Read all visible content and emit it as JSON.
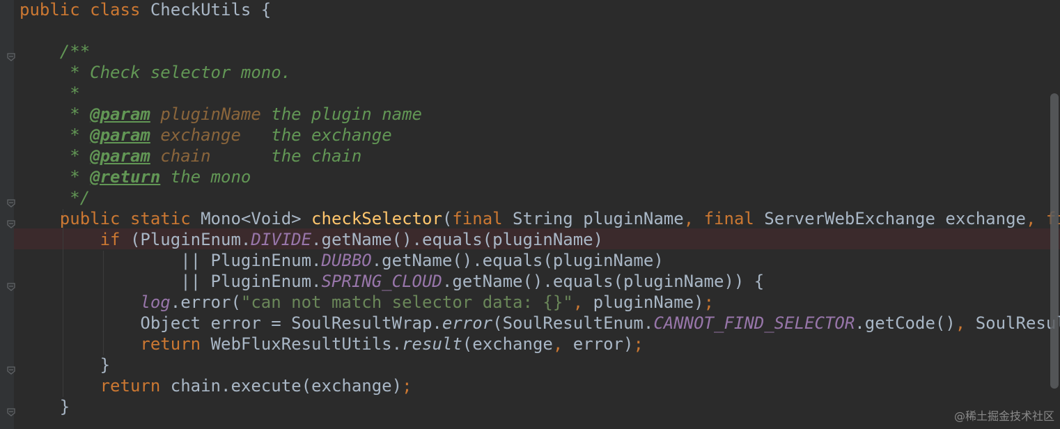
{
  "editor": {
    "lines": [
      [
        {
          "t": "public class ",
          "c": "kw"
        },
        {
          "t": "CheckUtils {",
          "c": "cls"
        }
      ],
      [],
      [
        {
          "t": "    /**",
          "c": "doc"
        }
      ],
      [
        {
          "t": "     * Check selector mono.",
          "c": "doc"
        }
      ],
      [
        {
          "t": "     *",
          "c": "doc"
        }
      ],
      [
        {
          "t": "     * ",
          "c": "doc"
        },
        {
          "t": "@param",
          "c": "tag"
        },
        {
          "t": " ",
          "c": "doc"
        },
        {
          "t": "pluginName",
          "c": "pname"
        },
        {
          "t": " the plugin name",
          "c": "doc"
        }
      ],
      [
        {
          "t": "     * ",
          "c": "doc"
        },
        {
          "t": "@param",
          "c": "tag"
        },
        {
          "t": " ",
          "c": "doc"
        },
        {
          "t": "exchange",
          "c": "pname"
        },
        {
          "t": "   the exchange",
          "c": "doc"
        }
      ],
      [
        {
          "t": "     * ",
          "c": "doc"
        },
        {
          "t": "@param",
          "c": "tag"
        },
        {
          "t": " ",
          "c": "doc"
        },
        {
          "t": "chain",
          "c": "pname"
        },
        {
          "t": "      the chain",
          "c": "doc"
        }
      ],
      [
        {
          "t": "     * ",
          "c": "doc"
        },
        {
          "t": "@return",
          "c": "tag"
        },
        {
          "t": " the mono",
          "c": "doc"
        }
      ],
      [
        {
          "t": "     */",
          "c": "doc"
        }
      ],
      [
        {
          "t": "    public static ",
          "c": "kw"
        },
        {
          "t": "Mono<Void> ",
          "c": "cls"
        },
        {
          "t": "checkSelector",
          "c": "fn"
        },
        {
          "t": "(",
          "c": "cls"
        },
        {
          "t": "final ",
          "c": "kw"
        },
        {
          "t": "String pluginName",
          "c": "cls"
        },
        {
          "t": ", ",
          "c": "kw"
        },
        {
          "t": "final ",
          "c": "kw"
        },
        {
          "t": "ServerWebExchange exchange",
          "c": "cls"
        },
        {
          "t": ", ",
          "c": "kw"
        },
        {
          "t": "final",
          "c": "kw"
        }
      ],
      [
        {
          "t": "        if ",
          "c": "kw"
        },
        {
          "t": "(PluginEnum.",
          "c": "cls"
        },
        {
          "t": "DIVIDE",
          "c": "cst"
        },
        {
          "t": ".getName().equals(pluginName)",
          "c": "cls"
        }
      ],
      [
        {
          "t": "                || PluginEnum.",
          "c": "cls"
        },
        {
          "t": "DUBBO",
          "c": "cst"
        },
        {
          "t": ".getName().equals(pluginName)",
          "c": "cls"
        }
      ],
      [
        {
          "t": "                || PluginEnum.",
          "c": "cls"
        },
        {
          "t": "SPRING_CLOUD",
          "c": "cst"
        },
        {
          "t": ".getName().equals(pluginName)) {",
          "c": "cls"
        }
      ],
      [
        {
          "t": "            ",
          "c": "cls"
        },
        {
          "t": "log",
          "c": "cst"
        },
        {
          "t": ".error(",
          "c": "cls"
        },
        {
          "t": "\"can not match selector data: {}\"",
          "c": "str"
        },
        {
          "t": ", ",
          "c": "kw"
        },
        {
          "t": "pluginName)",
          "c": "cls"
        },
        {
          "t": ";",
          "c": "kw"
        }
      ],
      [
        {
          "t": "            Object error = SoulResultWrap.",
          "c": "cls"
        },
        {
          "t": "error",
          "c": "itl"
        },
        {
          "t": "(SoulResultEnum.",
          "c": "cls"
        },
        {
          "t": "CANNOT_FIND_SELECTOR",
          "c": "cst"
        },
        {
          "t": ".getCode()",
          "c": "cls"
        },
        {
          "t": ", ",
          "c": "kw"
        },
        {
          "t": "SoulResultEr",
          "c": "cls"
        }
      ],
      [
        {
          "t": "            return ",
          "c": "kw"
        },
        {
          "t": "WebFluxResultUtils.",
          "c": "cls"
        },
        {
          "t": "result",
          "c": "itl"
        },
        {
          "t": "(exchange",
          "c": "cls"
        },
        {
          "t": ", ",
          "c": "kw"
        },
        {
          "t": "error)",
          "c": "cls"
        },
        {
          "t": ";",
          "c": "kw"
        }
      ],
      [
        {
          "t": "        }",
          "c": "cls"
        }
      ],
      [
        {
          "t": "        return ",
          "c": "kw"
        },
        {
          "t": "chain.execute(exchange)",
          "c": "cls"
        },
        {
          "t": ";",
          "c": "kw"
        }
      ],
      [
        {
          "t": "    }",
          "c": "cls"
        }
      ]
    ],
    "highlighted_line": 11,
    "fold_marker_lines": [
      2,
      9,
      10,
      13,
      17,
      19
    ],
    "colors": {
      "background": "#2b2b2b",
      "keyword": "#cc7832",
      "method": "#ffc66d",
      "doc_comment": "#629755",
      "doc_param_name": "#8a653b",
      "constant": "#9876aa",
      "string": "#6a8759",
      "text": "#a9b7c6",
      "error_line": "#3b2a2c"
    }
  },
  "watermark": "@稀土掘金技术社区"
}
